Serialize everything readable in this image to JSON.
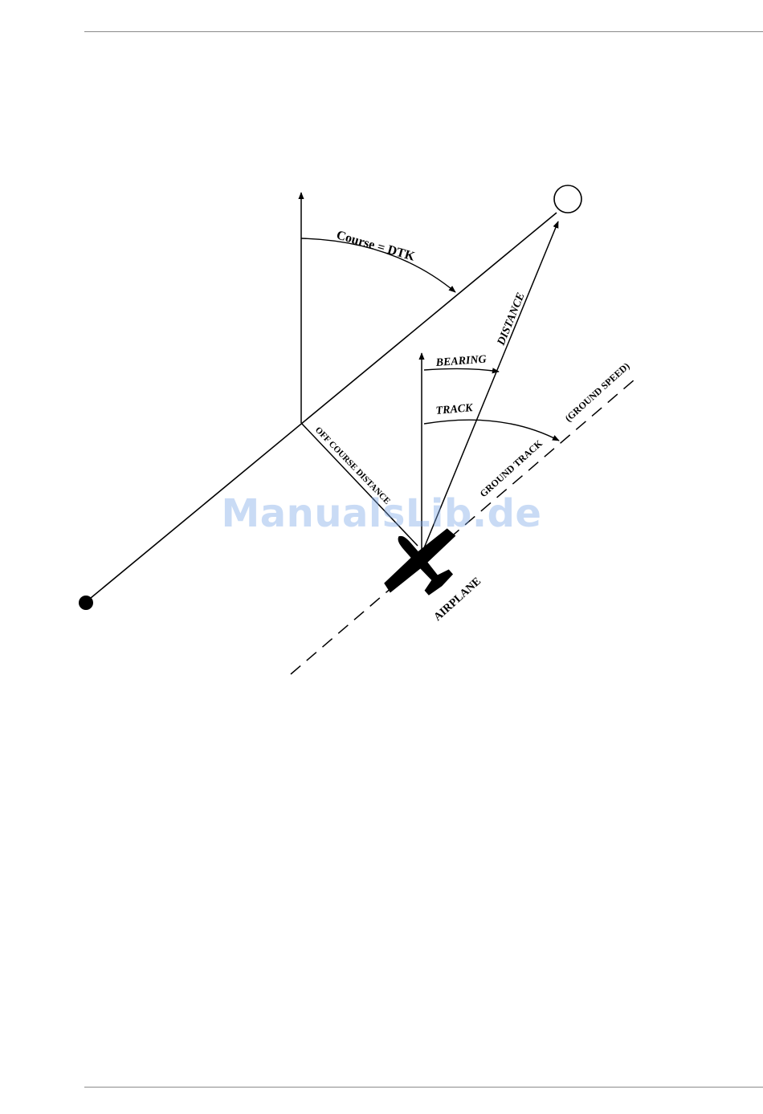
{
  "labels": {
    "course": "Course = DTK",
    "bearing": "BEARING",
    "distance": "DISTANCE",
    "track": "TRACK",
    "ground_speed": "(GROUND SPEED)",
    "ground_track": "GROUND TRACK",
    "off_course_distance": "OFF COURSE DISTANCE",
    "airplane": "AIRPLANE"
  },
  "watermark": "ManualsLib.de",
  "colors": {
    "lines": "#000000",
    "rules": "#8a8a8a",
    "watermark": "#78a5e6"
  }
}
